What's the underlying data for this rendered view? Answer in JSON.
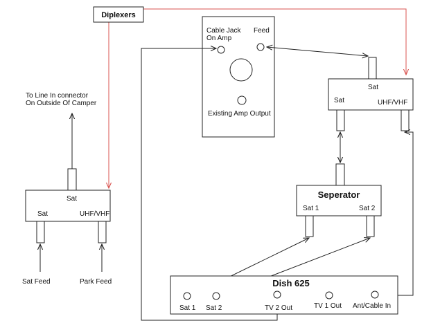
{
  "labels": {
    "diplexers": "Diplexers",
    "cable_jack_1": "Cable Jack",
    "cable_jack_2": "On Amp",
    "feed": "Feed",
    "existing_amp": "Existing Amp Output",
    "line_in_1": "To Line In connector",
    "line_in_2": "On Outside Of Camper",
    "left_sat_top": "Sat",
    "left_sat": "Sat",
    "left_uhf": "UHF/VHF",
    "sat_feed": "Sat Feed",
    "park_feed": "Park Feed",
    "right_sat_top": "Sat",
    "right_sat": "Sat",
    "right_uhf": "UHF/VHF",
    "separator": "Seperator",
    "sep_sat1": "Sat 1",
    "sep_sat2": "Sat  2",
    "dish": "Dish 625",
    "dish_sat1": "Sat 1",
    "dish_sat2": "Sat  2",
    "tv2": "TV 2 Out",
    "tv1": "TV 1 Out",
    "ant": "Ant/Cable In"
  },
  "colors": {
    "line": "#222222",
    "red_line": "#d9534f"
  }
}
